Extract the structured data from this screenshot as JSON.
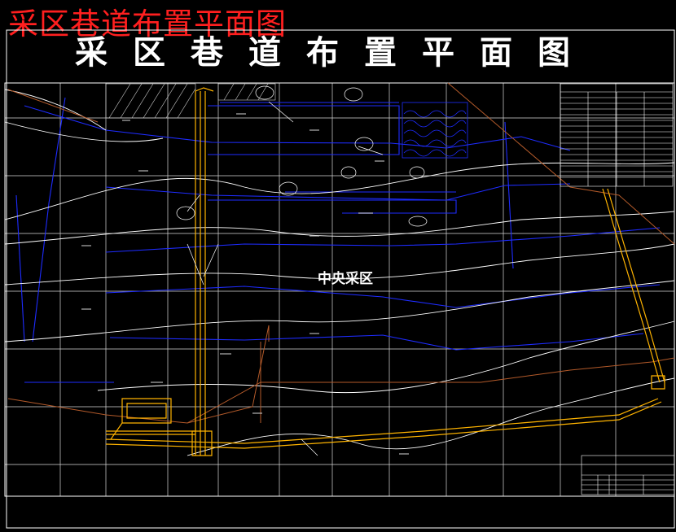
{
  "overlay_title": "采区巷道布置平面图",
  "drawing_title": "采区巷道布置平面图",
  "area_label": "中央采区",
  "colors": {
    "background": "#000000",
    "frame": "#ffffff",
    "grid": "#ffffff",
    "workings": "#1e2cff",
    "roadway": "#ffb400",
    "boundary": "#b35a2a",
    "contour": "#ffffff",
    "overlay_title": "#ff1f1f"
  }
}
